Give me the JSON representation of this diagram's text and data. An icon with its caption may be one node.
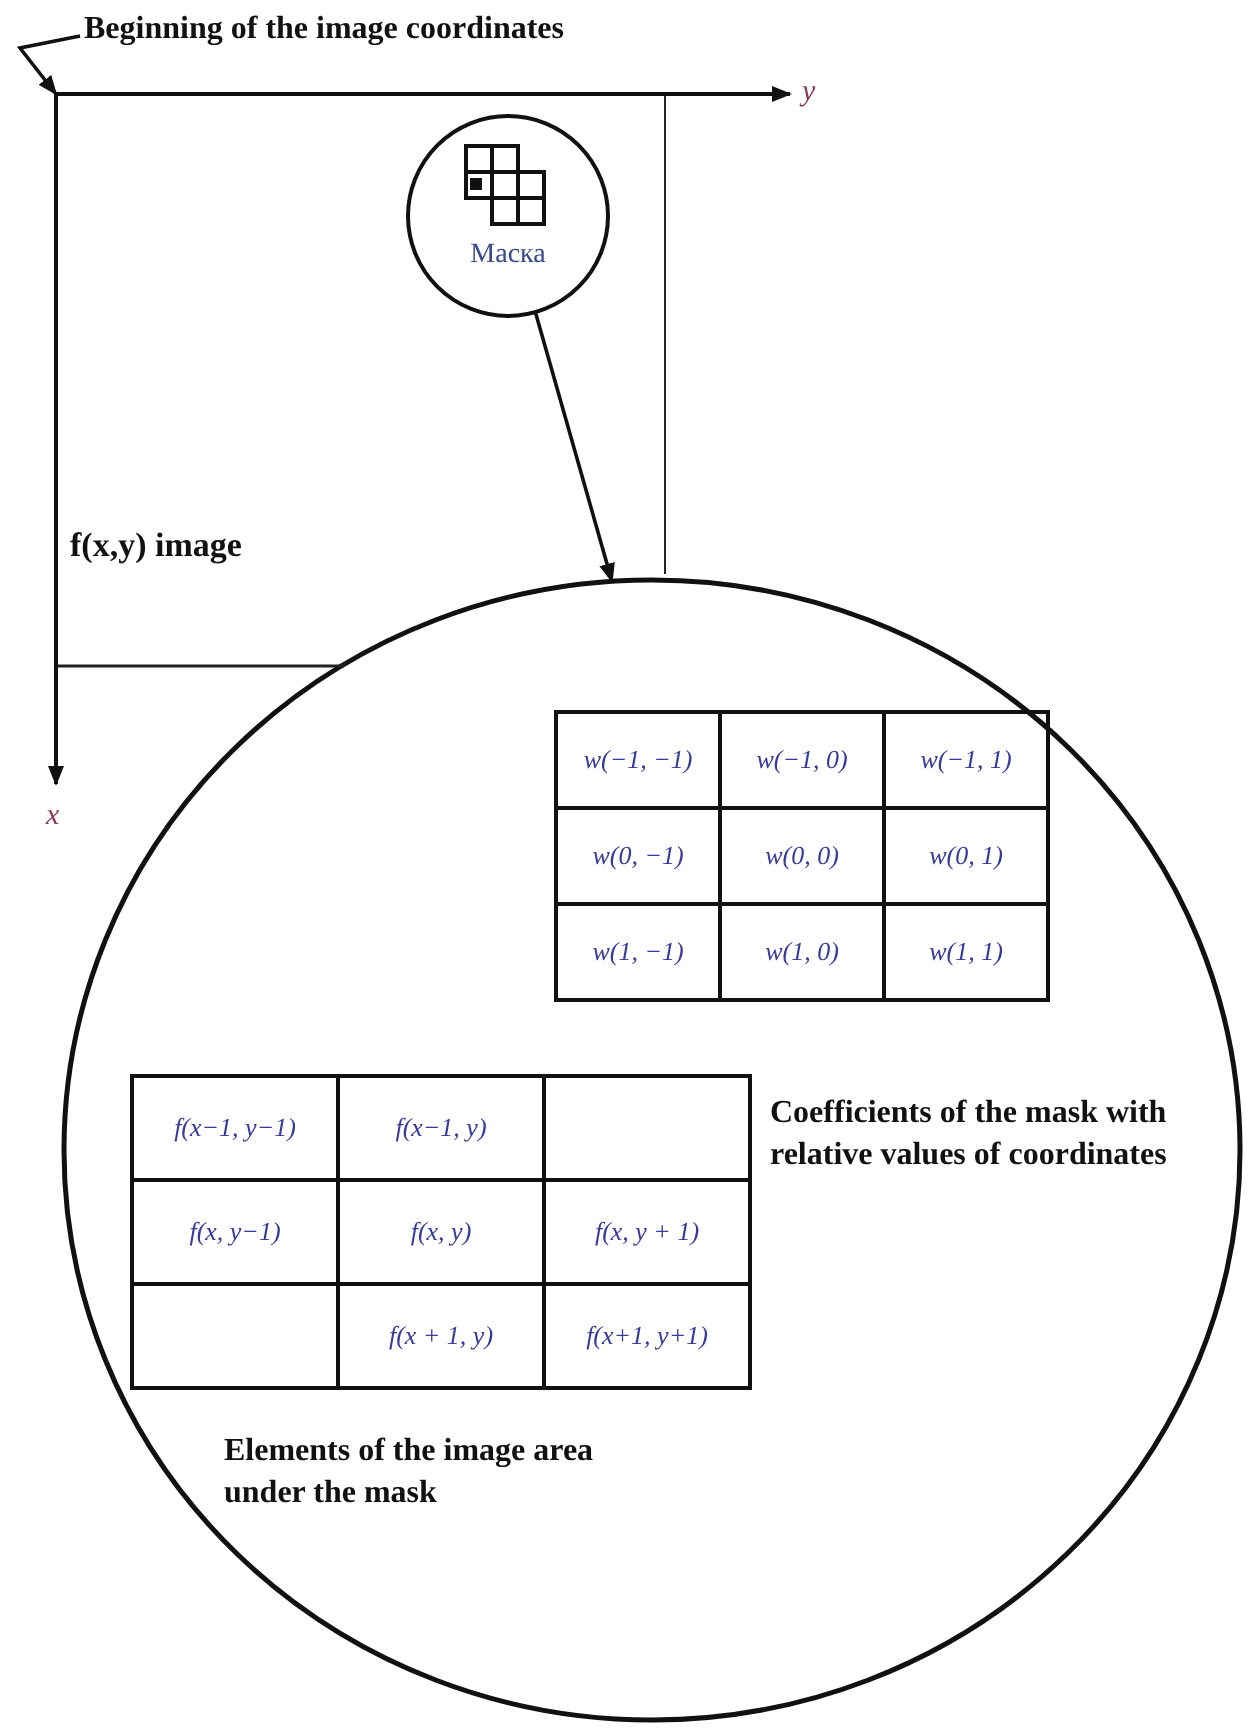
{
  "diagram": {
    "nodes": [
      {
        "text": [
          "f(x,y) image"
        ]
      },
      {
        "text": [
          "Маска"
        ],
        "in": 0
      },
      {
        "text": [],
        "shape": "ellipse"
      },
      {
        "text": [
          "Beginning of the image coordinates"
        ]
      }
    ],
    "edges": [
      {
        "from": 1,
        "to": 2,
        "arrow": "to"
      },
      {
        "from": 3,
        "to": 0,
        "arrow": "to"
      }
    ],
    "labels": [
      "y",
      "x",
      "w(−1, −1)",
      "w(−1, 0)",
      "w(−1, 1)",
      "w(0, −1)",
      "w(0, 0)",
      "w(0, 1)",
      "w(1, −1)",
      "w(1, 0)",
      "w(1, 1)",
      "Coefficients of the mask with relative values of coordinates",
      "f(x−1, y−1)",
      "f(x−1, y)",
      "f(x, y−1)",
      "f(x, y)",
      "f(x, y + 1)",
      "f(x + 1, y)",
      "f(x+1, y+1)",
      "Elements of the image area under the mask"
    ]
  }
}
